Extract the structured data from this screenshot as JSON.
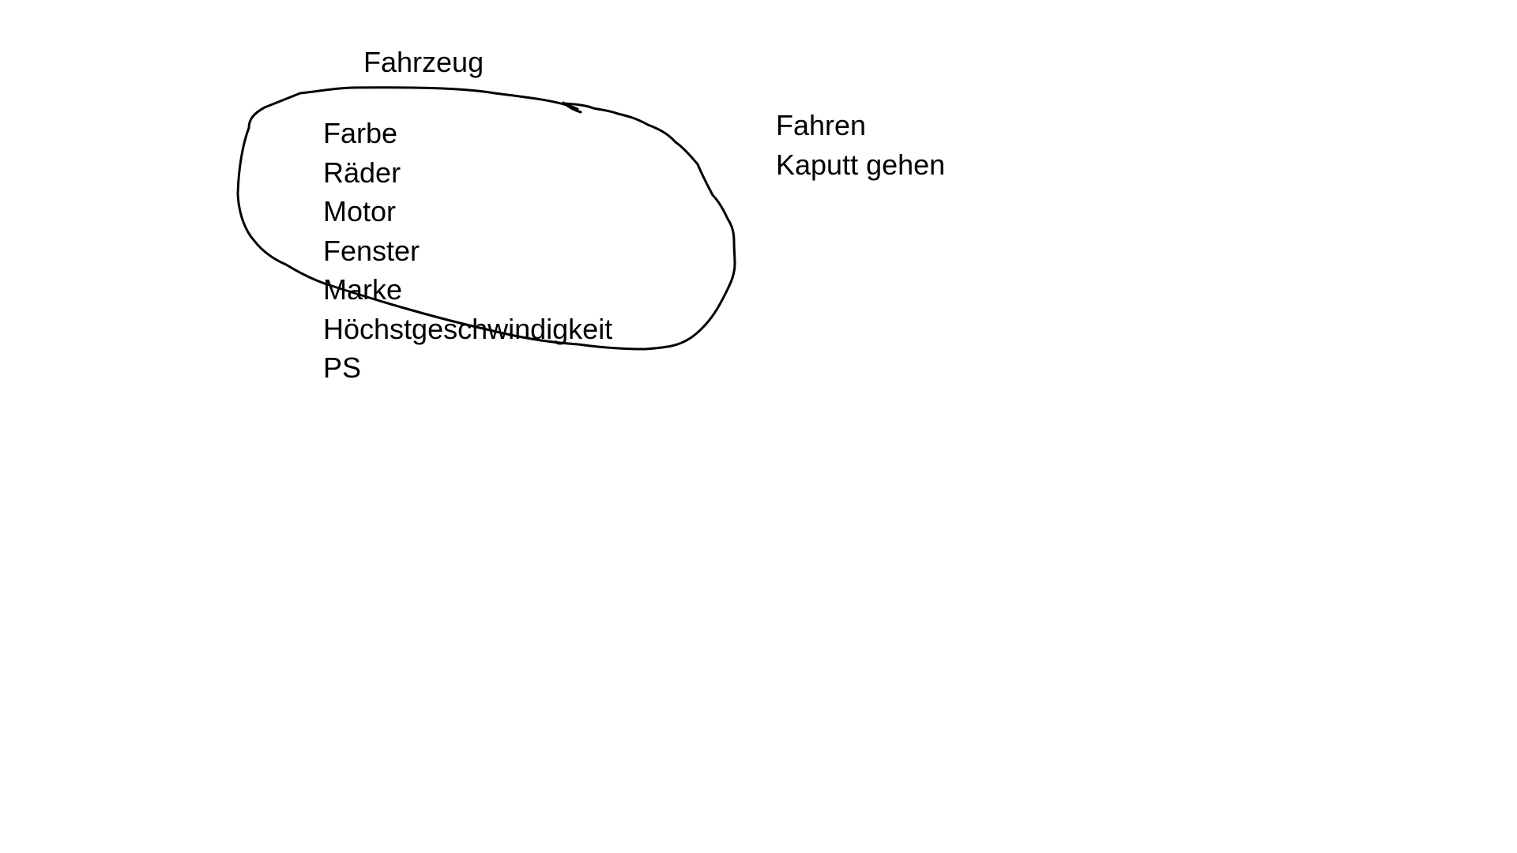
{
  "diagram": {
    "title": "Fahrzeug",
    "attributes": [
      "Farbe",
      "Räder",
      "Motor",
      "Fenster",
      "Marke",
      "Höchstgeschwindigkeit",
      "PS"
    ],
    "methods": [
      "Fahren",
      "Kaputt gehen"
    ]
  },
  "colors": {
    "ink": "#000000",
    "background": "#ffffff"
  }
}
